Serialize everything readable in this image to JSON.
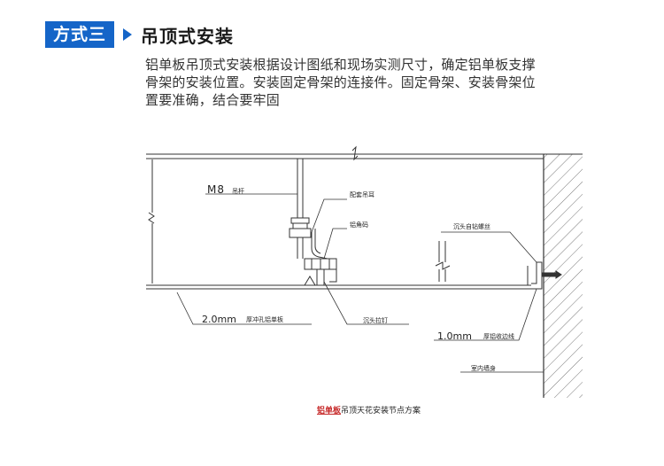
{
  "header": {
    "badge": "方式三",
    "title": "吊顶式安装"
  },
  "description": {
    "lines": [
      "铝单板吊顶式安装根据设计图纸和现场实测尺寸，确定铝单板支撑",
      "骨架的安装位置。安装固定骨架的连接件。固定骨架、安装骨架位",
      "置要准确，结合要牢固"
    ]
  },
  "diagram": {
    "labels": {
      "m8": "M8",
      "hanger_rod": "吊杆",
      "hanger_ear": "配套吊耳",
      "angle_code": "铝角码",
      "self_tap_screw": "沉头自钻螺丝",
      "panel_2mm": "2.0mm",
      "panel_2mm_desc": "厚冲孔铝单板",
      "countersunk_rivet": "沉头拉钉",
      "edge_1mm": "1.0mm",
      "edge_1mm_desc": "厚铝收边线",
      "wall_body": "室内墙身"
    }
  },
  "caption": {
    "highlight": "铝单板",
    "rest": "吊顶天花安装节点方案"
  }
}
